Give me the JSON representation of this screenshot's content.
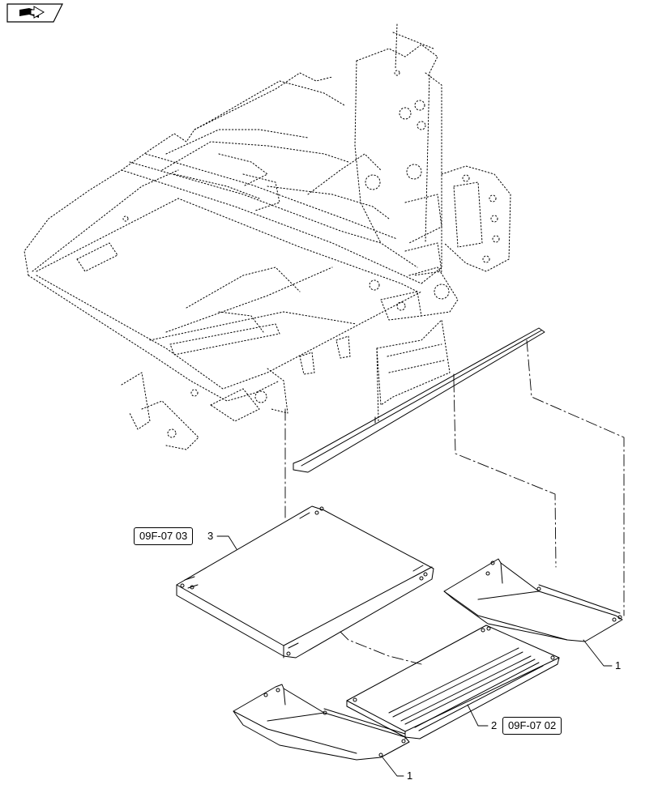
{
  "nav_badge": {
    "icon": "book-arrow-icon"
  },
  "callouts": {
    "ref_frame_plate": "09F-07 03",
    "ref_center_plate": "09F-07 02",
    "item_3": "3",
    "item_2": "2",
    "item_1_upper": "1",
    "item_1_lower": "1"
  },
  "colors": {
    "line": "#000000",
    "background": "#ffffff"
  }
}
